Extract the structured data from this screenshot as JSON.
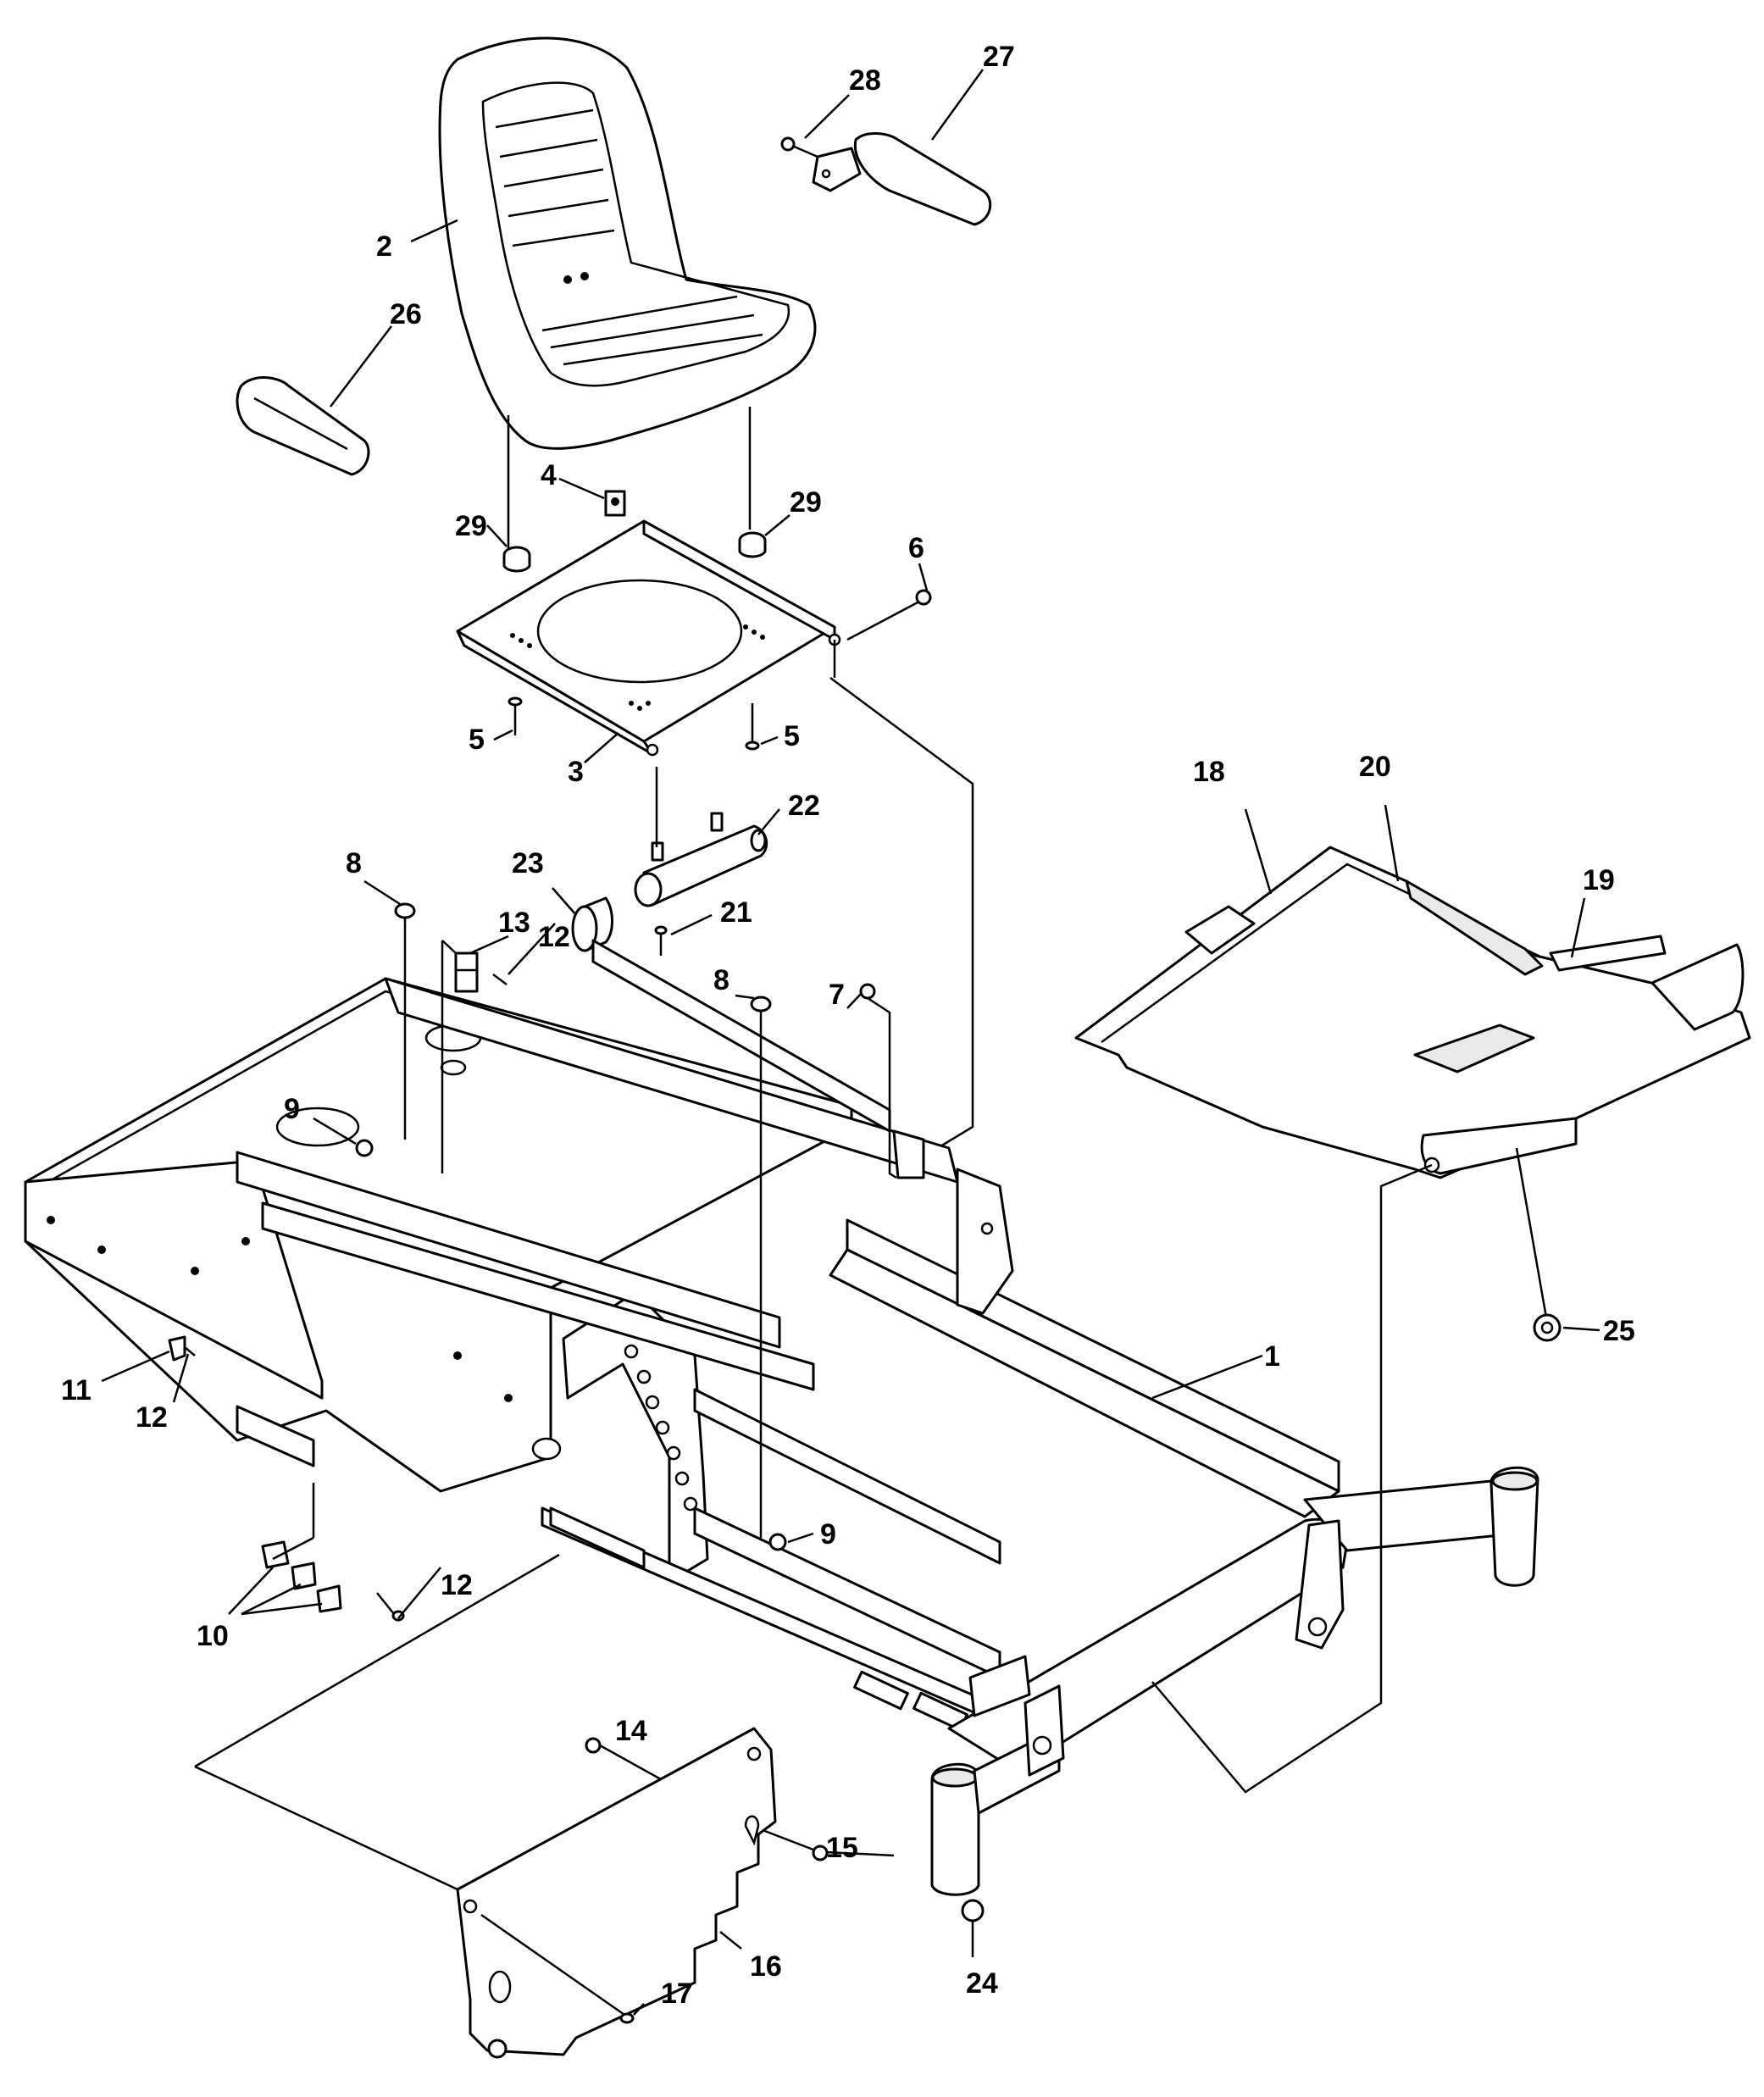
{
  "callouts": [
    {
      "id": "1",
      "label": "1"
    },
    {
      "id": "2",
      "label": "2"
    },
    {
      "id": "3",
      "label": "3"
    },
    {
      "id": "4",
      "label": "4"
    },
    {
      "id": "5a",
      "label": "5"
    },
    {
      "id": "5b",
      "label": "5"
    },
    {
      "id": "6",
      "label": "6"
    },
    {
      "id": "7",
      "label": "7"
    },
    {
      "id": "8a",
      "label": "8"
    },
    {
      "id": "8b",
      "label": "8"
    },
    {
      "id": "9a",
      "label": "9"
    },
    {
      "id": "9b",
      "label": "9"
    },
    {
      "id": "10",
      "label": "10"
    },
    {
      "id": "11",
      "label": "11"
    },
    {
      "id": "12a",
      "label": "12"
    },
    {
      "id": "12b",
      "label": "12"
    },
    {
      "id": "12c",
      "label": "12"
    },
    {
      "id": "13",
      "label": "13"
    },
    {
      "id": "14",
      "label": "14"
    },
    {
      "id": "15",
      "label": "15"
    },
    {
      "id": "16",
      "label": "16"
    },
    {
      "id": "17",
      "label": "17"
    },
    {
      "id": "18",
      "label": "18"
    },
    {
      "id": "19",
      "label": "19"
    },
    {
      "id": "20",
      "label": "20"
    },
    {
      "id": "21",
      "label": "21"
    },
    {
      "id": "22",
      "label": "22"
    },
    {
      "id": "23",
      "label": "23"
    },
    {
      "id": "24",
      "label": "24"
    },
    {
      "id": "25",
      "label": "25"
    },
    {
      "id": "26",
      "label": "26"
    },
    {
      "id": "27",
      "label": "27"
    },
    {
      "id": "28",
      "label": "28"
    },
    {
      "id": "29a",
      "label": "29"
    },
    {
      "id": "29b",
      "label": "29"
    }
  ]
}
